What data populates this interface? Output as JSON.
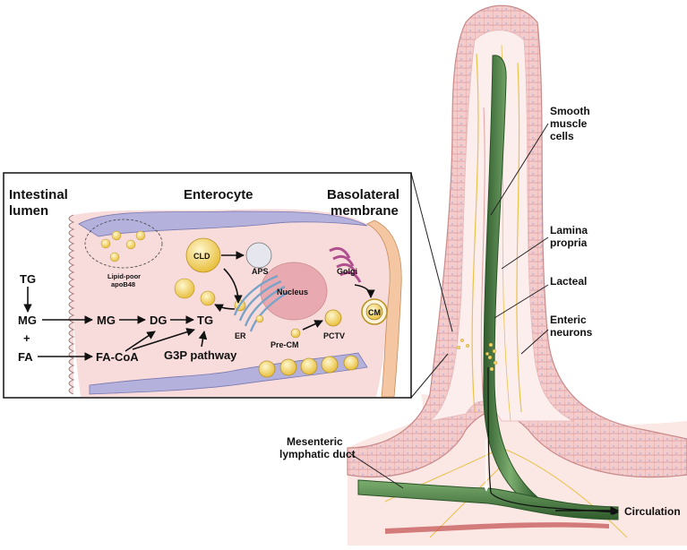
{
  "labels": {
    "intestinal_lumen_1": "Intestinal",
    "intestinal_lumen_2": "lumen",
    "enterocyte": "Enterocyte",
    "basolateral_1": "Basolateral",
    "basolateral_2": "membrane",
    "lipid_poor_1": "Lipid-poor",
    "lipid_poor_2": "apoB48",
    "cld": "CLD",
    "aps": "APS",
    "nucleus": "Nucleus",
    "golgi": "Golgi",
    "cm": "CM",
    "er": "ER",
    "pre_cm": "Pre-CM",
    "pctv": "PCTV",
    "tg_lumen": "TG",
    "mg_lumen": "MG",
    "plus": "+",
    "fa_lumen": "FA",
    "mg_cell": "MG",
    "dg": "DG",
    "tg_cell": "TG",
    "fa_coa": "FA-CoA",
    "g3p": "G3P pathway",
    "smooth_1": "Smooth",
    "smooth_2": "muscle",
    "smooth_3": "cells",
    "lamina_1": "Lamina",
    "lamina_2": "propria",
    "lacteal": "Lacteal",
    "enteric_1": "Enteric",
    "enteric_2": "neurons",
    "mesenteric_1": "Mesenteric",
    "mesenteric_2": "lymphatic duct",
    "circulation": "Circulation"
  },
  "colors": {
    "cytoplasm": "#f8dcdc",
    "epithelium": "#f3c9c9",
    "lacteal": "#5f8f5a",
    "lacteal_dark": "#2f5a2c",
    "membrane_blue": "#a9a8d6",
    "lipid": "#f2d36a",
    "basolateral": "#f4c6a2",
    "nerve": "#e8c24a"
  }
}
